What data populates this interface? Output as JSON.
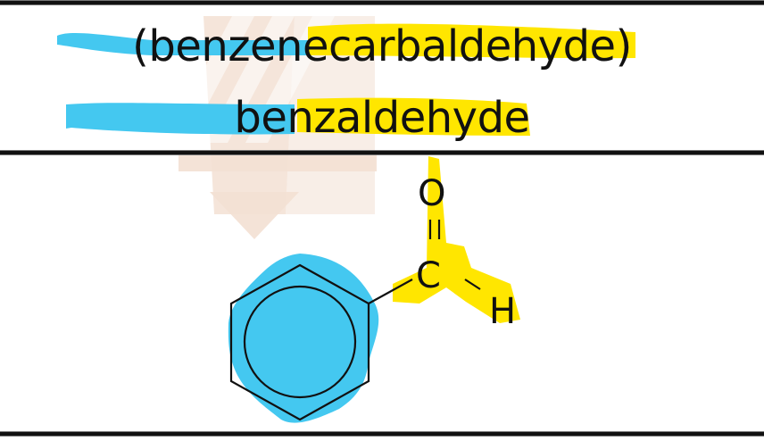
{
  "slide": {
    "name_row": {
      "iupac_name": {
        "prefix": "(benzene",
        "suffix": "carbaldehyde",
        "close": ")"
      },
      "common_name": {
        "prefix": "ben",
        "suffix": "zaldehyde"
      }
    },
    "structure": {
      "atoms": {
        "oxygen": "O",
        "carbon": "C",
        "hydrogen": "H"
      },
      "description": "benzene ring attached to an aldehyde group (C=O with H)"
    },
    "highlights": {
      "benzene_part_color": "#44c8f0",
      "aldehyde_part_color": "#ffe600",
      "watermark_color": "#f2ded0"
    }
  }
}
